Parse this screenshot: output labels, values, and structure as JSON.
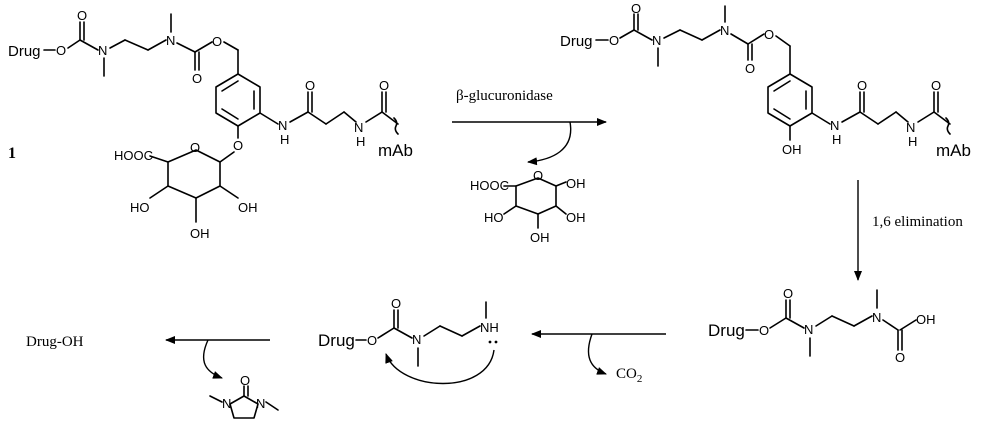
{
  "compound_number": "1",
  "labels": {
    "drug": "Drug",
    "mab": "mAb",
    "cooh_prefix": "HOOC",
    "oh": "OH",
    "ho": "HO",
    "o": "O",
    "n": "N",
    "h": "H",
    "nh_right": "NH"
  },
  "steps": {
    "enzyme": "β-glucuronidase",
    "elimination": "1,6 elimination",
    "co2": "CO2",
    "co2_base": "CO",
    "co2_sub": "2",
    "product": "Drug-OH"
  }
}
